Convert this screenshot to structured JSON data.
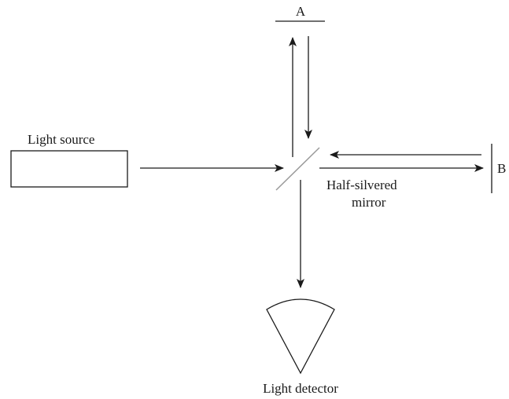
{
  "diagram": {
    "labels": {
      "mirror_a": "A",
      "mirror_b": "B",
      "light_source": "Light source",
      "half_silvered_line1": "Half-silvered",
      "half_silvered_line2": "mirror",
      "light_detector": "Light detector"
    },
    "colors": {
      "stroke": "#1a1a1a",
      "half_silvered_mirror": "#9a9a9a",
      "background": "#ffffff"
    }
  }
}
